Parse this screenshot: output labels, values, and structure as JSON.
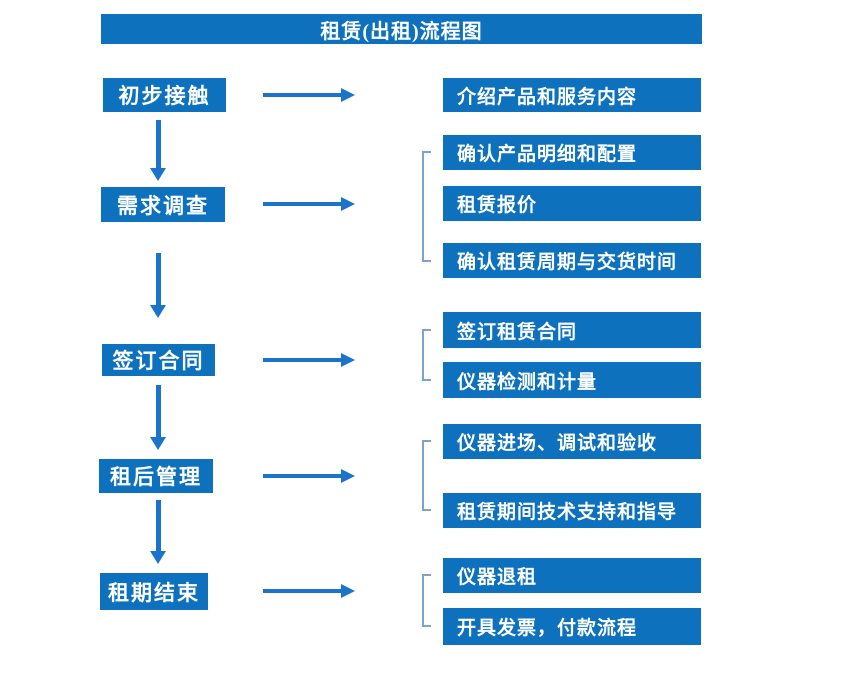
{
  "title": "租赁(出租)流程图",
  "colors": {
    "box_blue": "#0d71bd",
    "arrow_blue": "#1b74cc",
    "bracket_blue": "#7da3cd",
    "text_white": "#ffffff"
  },
  "flow": {
    "steps": [
      {
        "label": "初步接触",
        "details": [
          "介绍产品和服务内容"
        ]
      },
      {
        "label": "需求调查",
        "details": [
          "确认产品明细和配置",
          "租赁报价",
          "确认租赁周期与交货时间"
        ]
      },
      {
        "label": "签订合同",
        "details": [
          "签订租赁合同",
          "仪器检测和计量"
        ]
      },
      {
        "label": "租后管理",
        "details": [
          "仪器进场、调试和验收",
          "租赁期间技术支持和指导"
        ]
      },
      {
        "label": "租期结束",
        "details": [
          "仪器退租",
          "开具发票，付款流程"
        ]
      }
    ]
  }
}
